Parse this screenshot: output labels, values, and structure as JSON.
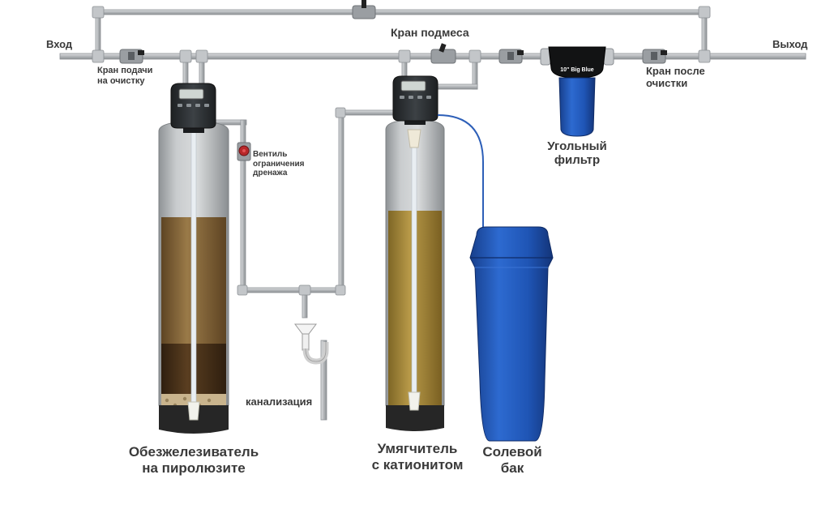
{
  "labels": {
    "inlet": "Вход",
    "outlet": "Выход",
    "bypass_valve": "Кран подмеса",
    "feed_valve": [
      "Кран подачи",
      "на очистку"
    ],
    "drain_valve": [
      "Вентиль",
      "ограничения",
      "дренажа"
    ],
    "after_valve": [
      "Кран после",
      "очистки"
    ],
    "carbon_filter": [
      "Угольный",
      "фильтр"
    ],
    "sewer": "канализация",
    "iron_remover": [
      "Обезжелезиватель",
      "на пиролюзите"
    ],
    "softener": [
      "Умягчитель",
      "с катионитом"
    ],
    "brine_tank": [
      "Солевой",
      "бак"
    ]
  },
  "brand": {
    "housing_text": "10\" Big Blue"
  },
  "colors": {
    "pipe": "#b9bcbf",
    "pipe_edge": "#8c9094",
    "tank_glass": "#c9ccce",
    "pyrolusite": "#8a6a3d",
    "pyrolusite_dark": "#4a321a",
    "cation_resin": "#a8893a",
    "gravel": "#c9b48d",
    "controller": "#2f3336",
    "brine_blue": "#1f55b5",
    "filter_blue": "#2a6fc4",
    "valve_red": "#b8282a",
    "text": "#3a3a3a"
  }
}
